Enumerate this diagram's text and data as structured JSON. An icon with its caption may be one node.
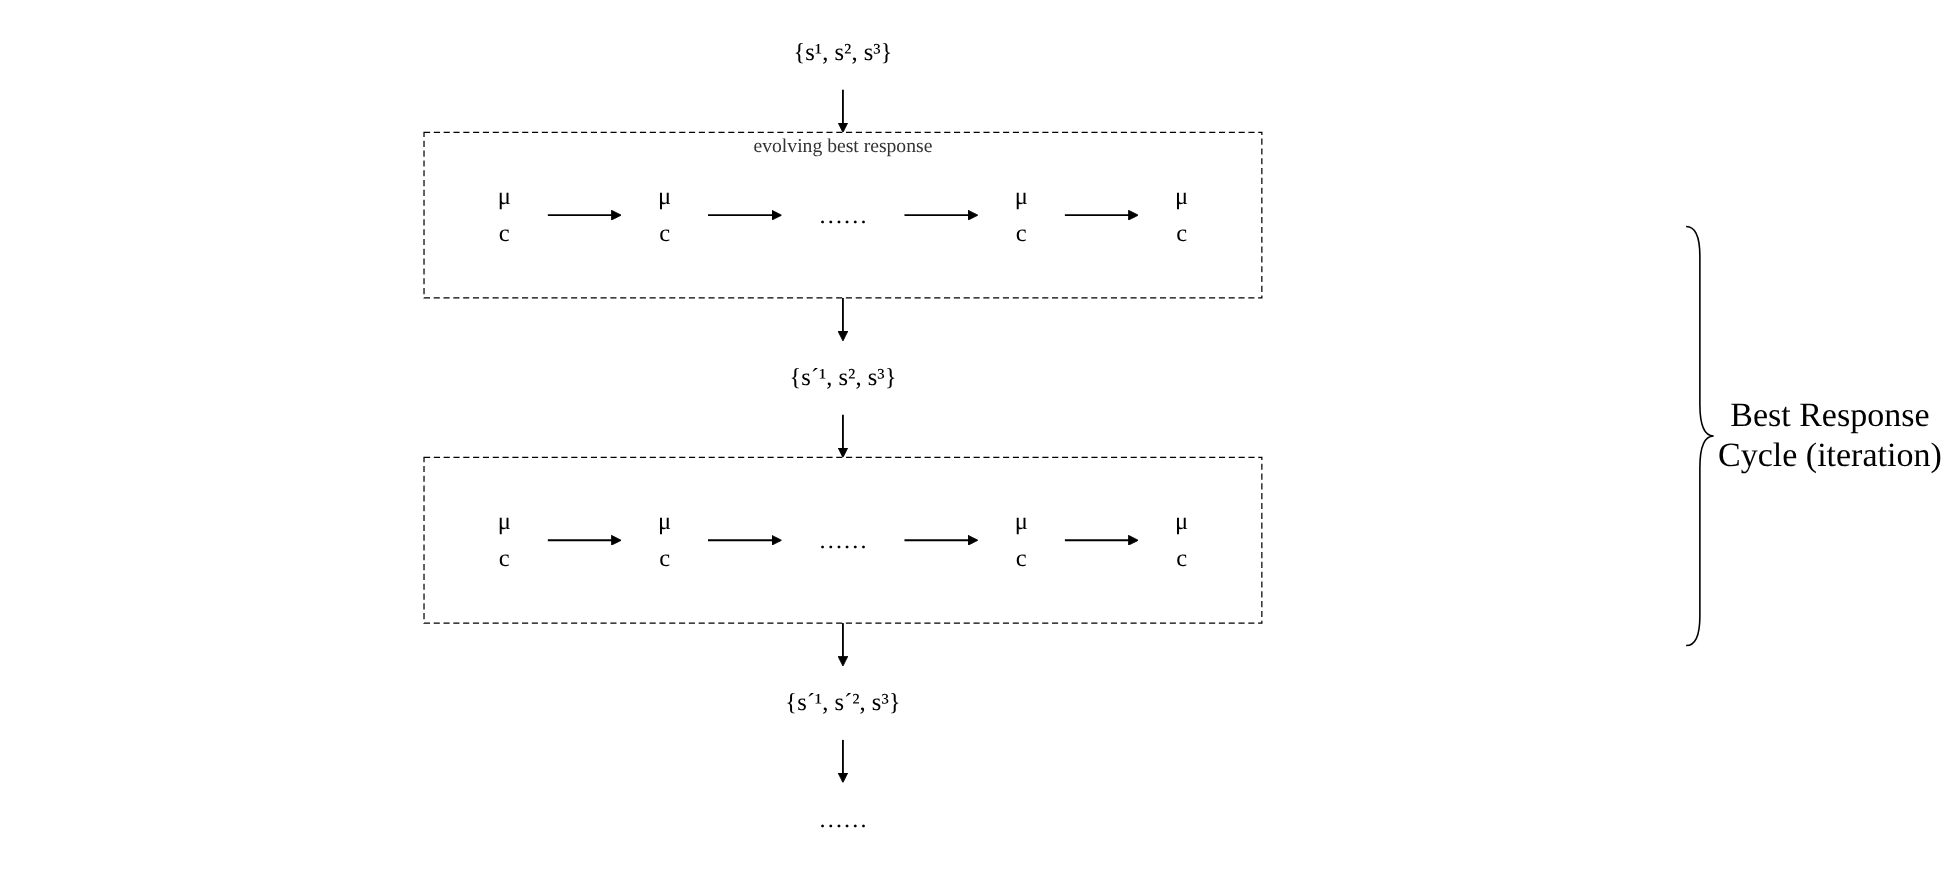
{
  "diagram": {
    "nodes": [
      {
        "text": [
          "{s¹, s², s³}"
        ]
      },
      {
        "text": [
          "evolving best response"
        ]
      },
      {
        "text": [
          "μ",
          "c"
        ],
        "in": 1
      },
      {
        "text": [
          "μ",
          "c"
        ],
        "in": 1
      },
      {
        "text": [
          "……"
        ],
        "in": 1
      },
      {
        "text": [
          "μ",
          "c"
        ],
        "in": 1
      },
      {
        "text": [
          "μ",
          "c"
        ],
        "in": 1
      },
      {
        "text": [
          "{s´¹, s², s³}"
        ]
      },
      {
        "text": [],
        "shape": "box"
      },
      {
        "text": [
          "μ",
          "c"
        ],
        "in": 8
      },
      {
        "text": [
          "μ",
          "c"
        ],
        "in": 8
      },
      {
        "text": [
          "……"
        ],
        "in": 8
      },
      {
        "text": [
          "μ",
          "c"
        ],
        "in": 8
      },
      {
        "text": [
          "μ",
          "c"
        ],
        "in": 8
      },
      {
        "text": [
          "{s´¹, s´², s³}"
        ]
      },
      {
        "text": [
          "……"
        ]
      }
    ],
    "edges": [
      {
        "from": 0,
        "to": 1,
        "arrow": "to"
      },
      {
        "from": 2,
        "to": 3,
        "arrow": "to"
      },
      {
        "from": 3,
        "to": 4,
        "arrow": "to"
      },
      {
        "from": 4,
        "to": 5,
        "arrow": "to"
      },
      {
        "from": 5,
        "to": 6,
        "arrow": "to"
      },
      {
        "from": 1,
        "to": 7,
        "arrow": "to"
      },
      {
        "from": 7,
        "to": 8,
        "arrow": "to"
      },
      {
        "from": 9,
        "to": 10,
        "arrow": "to"
      },
      {
        "from": 10,
        "to": 11,
        "arrow": "to"
      },
      {
        "from": 11,
        "to": 12,
        "arrow": "to"
      },
      {
        "from": 12,
        "to": 13,
        "arrow": "to"
      },
      {
        "from": 8,
        "to": 14,
        "arrow": "to"
      },
      {
        "from": 14,
        "to": 15,
        "arrow": "to"
      }
    ],
    "labels": [
      "Best Response Cycle (iteration)"
    ]
  }
}
